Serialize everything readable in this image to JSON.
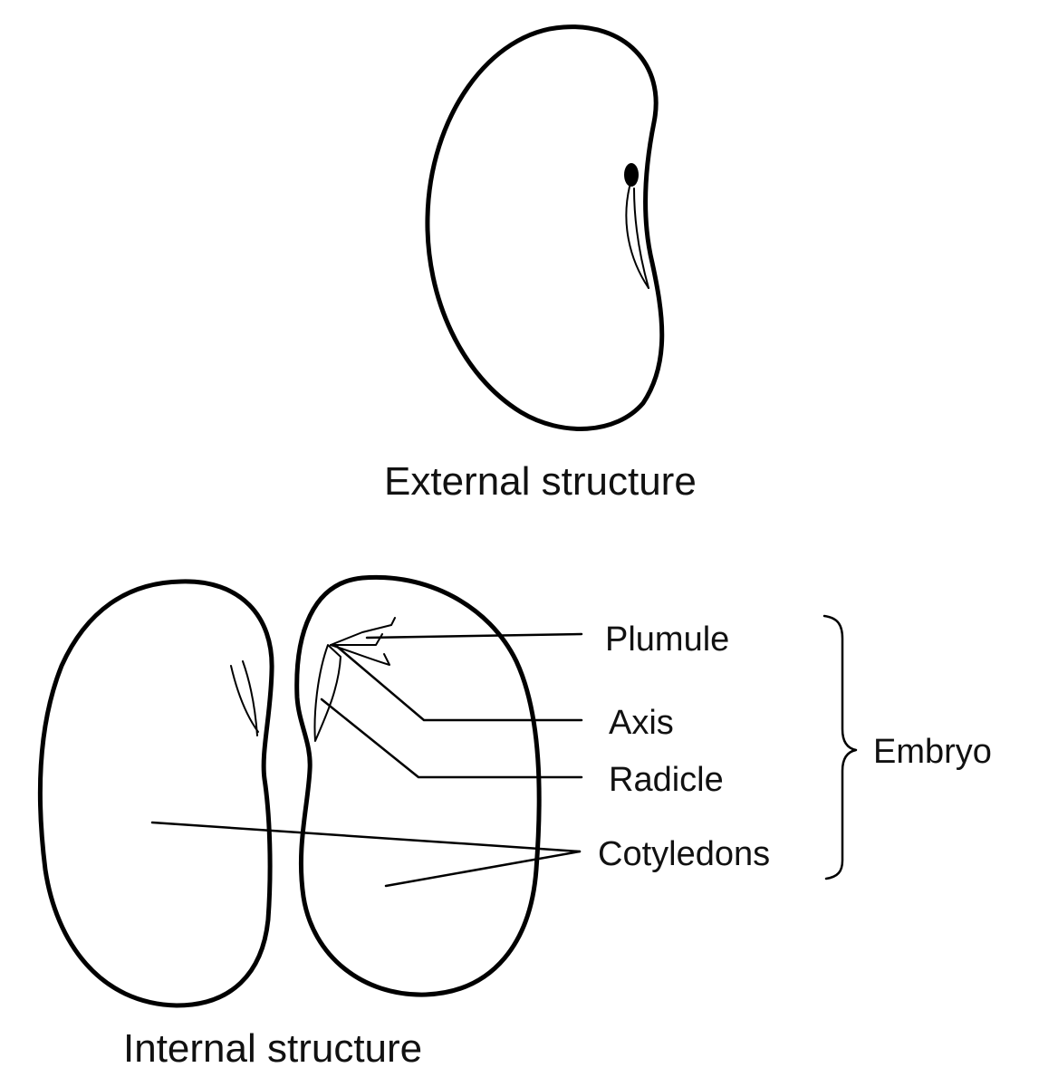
{
  "captions": {
    "external": "External structure",
    "internal": "Internal structure"
  },
  "labels": {
    "plumule": "Plumule",
    "axis": "Axis",
    "radicle": "Radicle",
    "cotyledons": "Cotyledons",
    "embryo": "Embryo"
  },
  "colors": {
    "stroke": "#000000",
    "background": "#ffffff"
  }
}
